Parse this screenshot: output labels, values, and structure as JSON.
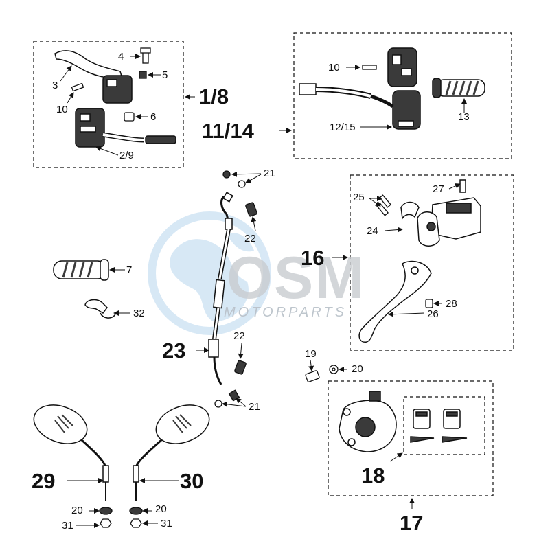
{
  "watermark": {
    "brand": "OSM",
    "sub": "MOTORPARTS"
  },
  "labels": {
    "group_1_8": "1/8",
    "group_11_14": "11/14",
    "group_16": "16",
    "group_17": "17",
    "group_18": "18",
    "group_23": "23",
    "group_29": "29",
    "group_30": "30",
    "p2_9": "2/9",
    "p3": "3",
    "p4": "4",
    "p5": "5",
    "p6": "6",
    "p7": "7",
    "p10a": "10",
    "p10b": "10",
    "p12_15": "12/15",
    "p13": "13",
    "p19": "19",
    "p20a": "20",
    "p20b": "20",
    "p20c": "20",
    "p21a": "21",
    "p21b": "21",
    "p22a": "22",
    "p22b": "22",
    "p24": "24",
    "p25": "25",
    "p26": "26",
    "p27": "27",
    "p28": "28",
    "p31a": "31",
    "p31b": "31",
    "p32": "32"
  },
  "colors": {
    "line": "#111111",
    "part_fill": "#ffffff",
    "part_shade": "#3a3a3a",
    "watermark_blue": "#b8d6ee",
    "watermark_gray": "#c9ccd0"
  }
}
